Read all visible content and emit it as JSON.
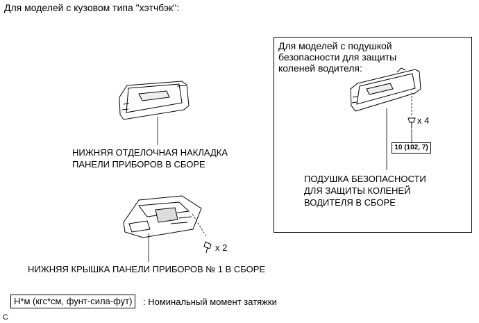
{
  "heading": "Для моделей с кузовом типа \"хэтчбэк\":",
  "inset": {
    "heading": "Для моделей с подушкой безопасности для защиты коленей водителя:",
    "airbag_label": [
      "ПОДУШКА БЕЗОПАСНОСТИ",
      "ДЛЯ ЗАЩИТЫ КОЛЕНЕЙ",
      "ВОДИТЕЛЯ В СБОРЕ"
    ],
    "bolt_quantity": "x 4",
    "torque_value": "10 (102, 7)"
  },
  "trim_label": [
    "НИЖНЯЯ ОТДЕЛОЧНАЯ НАКЛАДКА",
    "ПАНЕЛИ ПРИБОРОВ В СБОРЕ"
  ],
  "cover_label": "НИЖНЯЯ КРЫШКА ПАНЕЛИ ПРИБОРОВ № 1 В СБОРЕ",
  "screw_quantity": "x 2",
  "legend": {
    "unit_box": "Н*м (кгс*см, фунт-сила-фут)",
    "description": ": Номинальный момент затяжки"
  },
  "corner_code": "C"
}
